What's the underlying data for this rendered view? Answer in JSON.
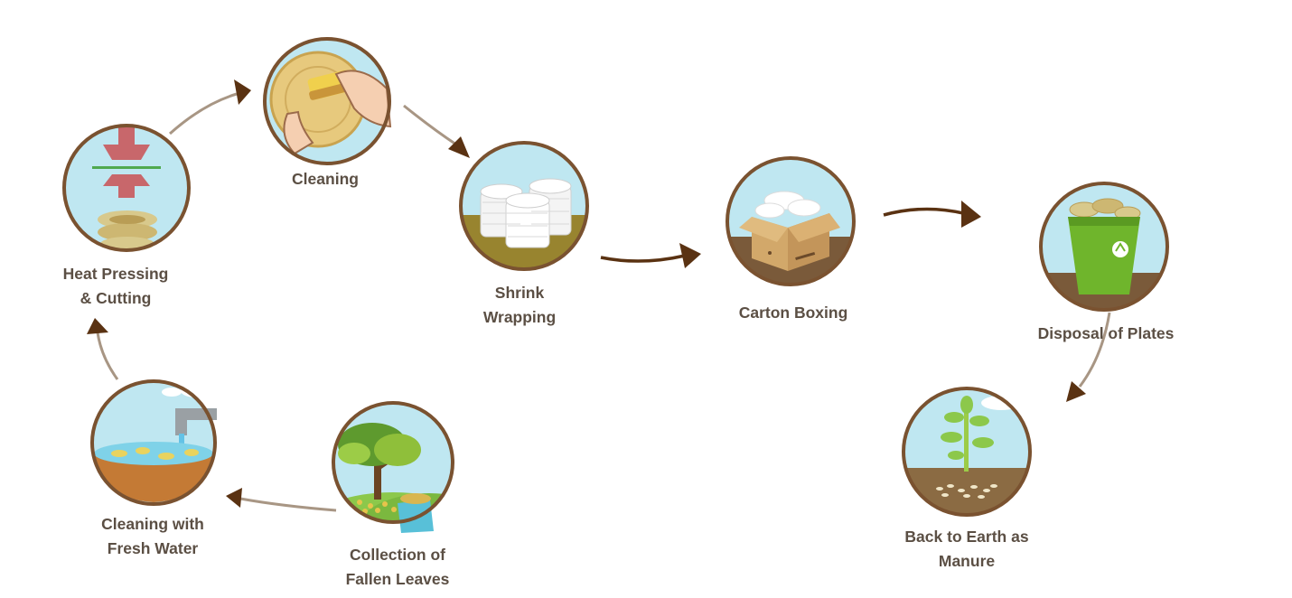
{
  "diagram": {
    "steps": [
      {
        "id": "collection",
        "label": "Collection of\nFallen Leaves",
        "icon": "tree-leaves-icon"
      },
      {
        "id": "washing",
        "label": "Cleaning with\nFresh Water",
        "icon": "water-bowl-icon"
      },
      {
        "id": "heat",
        "label": "Heat Pressing\n& Cutting",
        "icon": "press-machine-icon"
      },
      {
        "id": "cleaning",
        "label": "Cleaning",
        "icon": "hand-sponge-icon"
      },
      {
        "id": "shrink",
        "label": "Shrink\nWrapping",
        "icon": "plate-stack-icon"
      },
      {
        "id": "carton",
        "label": "Carton Boxing",
        "icon": "carton-box-icon"
      },
      {
        "id": "disposal",
        "label": "Disposal of Plates",
        "icon": "recycle-bin-icon"
      },
      {
        "id": "earth",
        "label": "Back to Earth as\nManure",
        "icon": "sapling-icon"
      }
    ],
    "flow": [
      "collection",
      "washing",
      "heat",
      "cleaning",
      "shrink",
      "carton",
      "disposal",
      "earth"
    ]
  },
  "colors": {
    "ring": "#7a5230",
    "sky": "#bfe7f1",
    "soil": "#8b6b43",
    "grass": "#8cc84b",
    "arrow_light": "#a89684",
    "arrow_dark": "#5a3212",
    "text": "#5b4f44"
  }
}
